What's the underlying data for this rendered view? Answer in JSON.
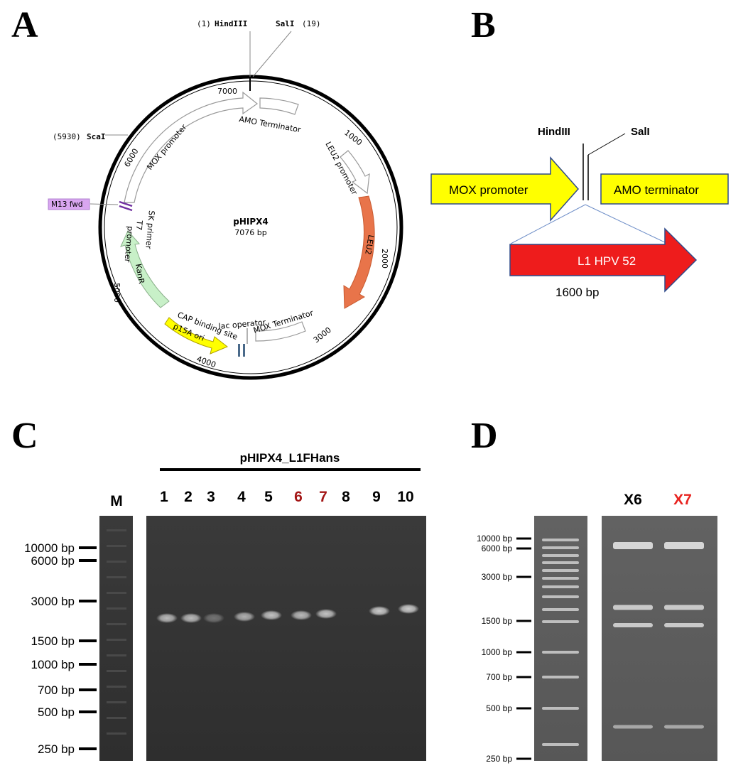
{
  "panels": {
    "a": "A",
    "b": "B",
    "c": "C",
    "d": "D"
  },
  "plasmid": {
    "name": "pHIPX4",
    "size": "7076 bp",
    "hindiii_pos": "(1)",
    "hindiii": "HindIII",
    "sali": "SalI",
    "sali_pos": "(19)",
    "scai_pos": "(5930)",
    "scai": "ScaI",
    "ticks": [
      "7000",
      "1000",
      "2000",
      "3000",
      "4000",
      "5000",
      "6000"
    ],
    "features": {
      "mox_promoter": "MOX promoter",
      "amo_terminator": "AMO Terminator",
      "leu2_promoter": "LEU2 promoter",
      "leu2": "LEU2",
      "mox_terminator": "MOX Terminator",
      "lac_operator": "lac operator",
      "cap_binding_site": "CAP binding site",
      "p15a_ori": "p15A ori",
      "kanr": "KanR",
      "t7_promoter_line1": "T7",
      "t7_promoter_line2": "promoter",
      "sk_primer": "SK primer",
      "m13_fwd": "M13 fwd"
    },
    "colors": {
      "leu2": "#e8744a",
      "kanr": "#c8f0c8",
      "p15a": "#ffff00",
      "m13": "#d9a6f0",
      "marker": "#7030a0"
    }
  },
  "construct": {
    "hindiii": "HindIII",
    "sali": "SalI",
    "promoter": "MOX promoter",
    "terminator": "AMO terminator",
    "insert": "L1 HPV 52",
    "insert_size": "1600 bp",
    "colors": {
      "yellow": "#ffff00",
      "red": "#ee1c1c",
      "outline": "#2f4a8a"
    }
  },
  "gel_c": {
    "title": "pHIPX4_L1FHans",
    "marker_label": "M",
    "lanes": [
      "1",
      "2",
      "3",
      "4",
      "5",
      "6",
      "7",
      "8",
      "9",
      "10"
    ],
    "highlight_lanes": [
      "6",
      "7"
    ],
    "highlight_color": "#a31515",
    "ladder": [
      "10000 bp",
      "6000 bp",
      "3000 bp",
      "1500 bp",
      "1000 bp",
      "700 bp",
      "500 bp",
      "250 bp"
    ]
  },
  "gel_d": {
    "lanes": [
      "X6",
      "X7"
    ],
    "highlight_color": "#e8231f",
    "ladder": [
      "10000 bp",
      "6000 bp",
      "3000 bp",
      "1500 bp",
      "1000 bp",
      "700 bp",
      "500 bp",
      "250 bp"
    ]
  }
}
